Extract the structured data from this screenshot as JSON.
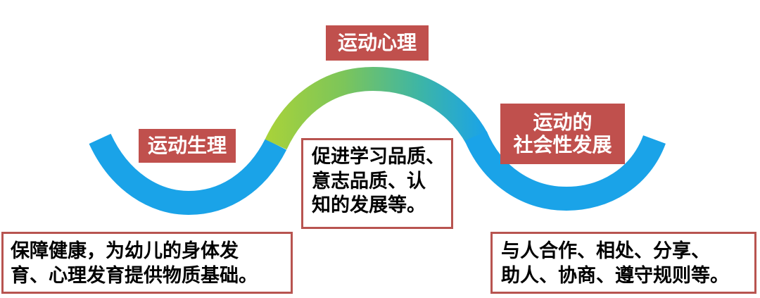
{
  "labels": {
    "physiology": "运动生理",
    "psychology": "运动心理",
    "social_line1": "运动的",
    "social_line2": "社会性发展"
  },
  "boxes": {
    "left": [
      "保障健康，为幼儿的身体发",
      "育、心理发育提供物质基础。"
    ],
    "middle": [
      "促进学习品质、",
      "意志品质、认",
      "知的发展等。"
    ],
    "right": [
      "与人合作、相处、分享、",
      "助人、协商、遵守规则等。"
    ]
  },
  "colors": {
    "curve_blue": "#1aa3e8",
    "curve_green": "#9acd32",
    "label_fill": "#c0504d",
    "box_border": "#b85450"
  }
}
